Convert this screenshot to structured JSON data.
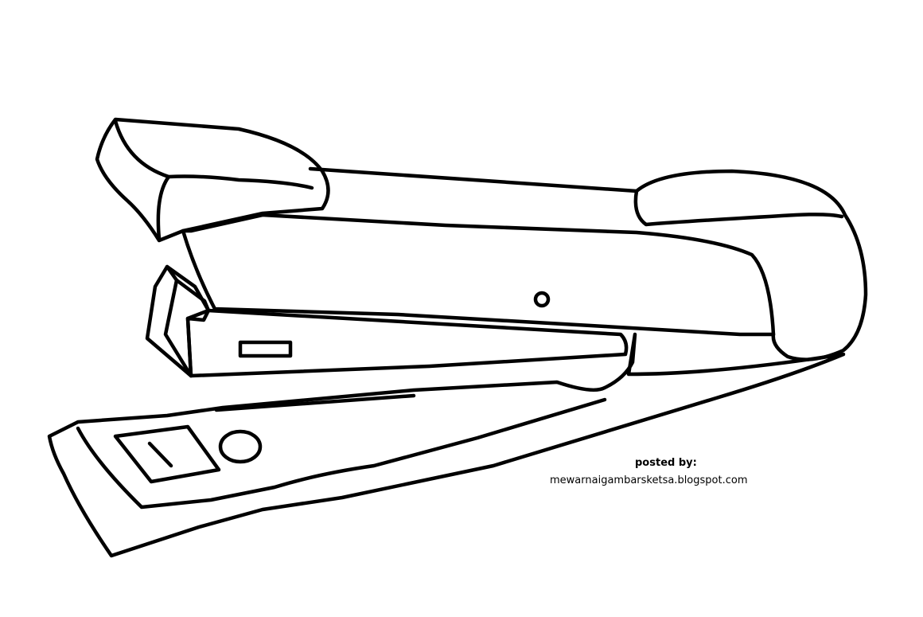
{
  "credit": {
    "label": "posted by:",
    "url": "mewarnaigambarsketsa.blogspot.com"
  },
  "colors": {
    "background": "#ffffff",
    "line": "#000000"
  },
  "illustration": {
    "subject": "stapler-line-drawing"
  }
}
